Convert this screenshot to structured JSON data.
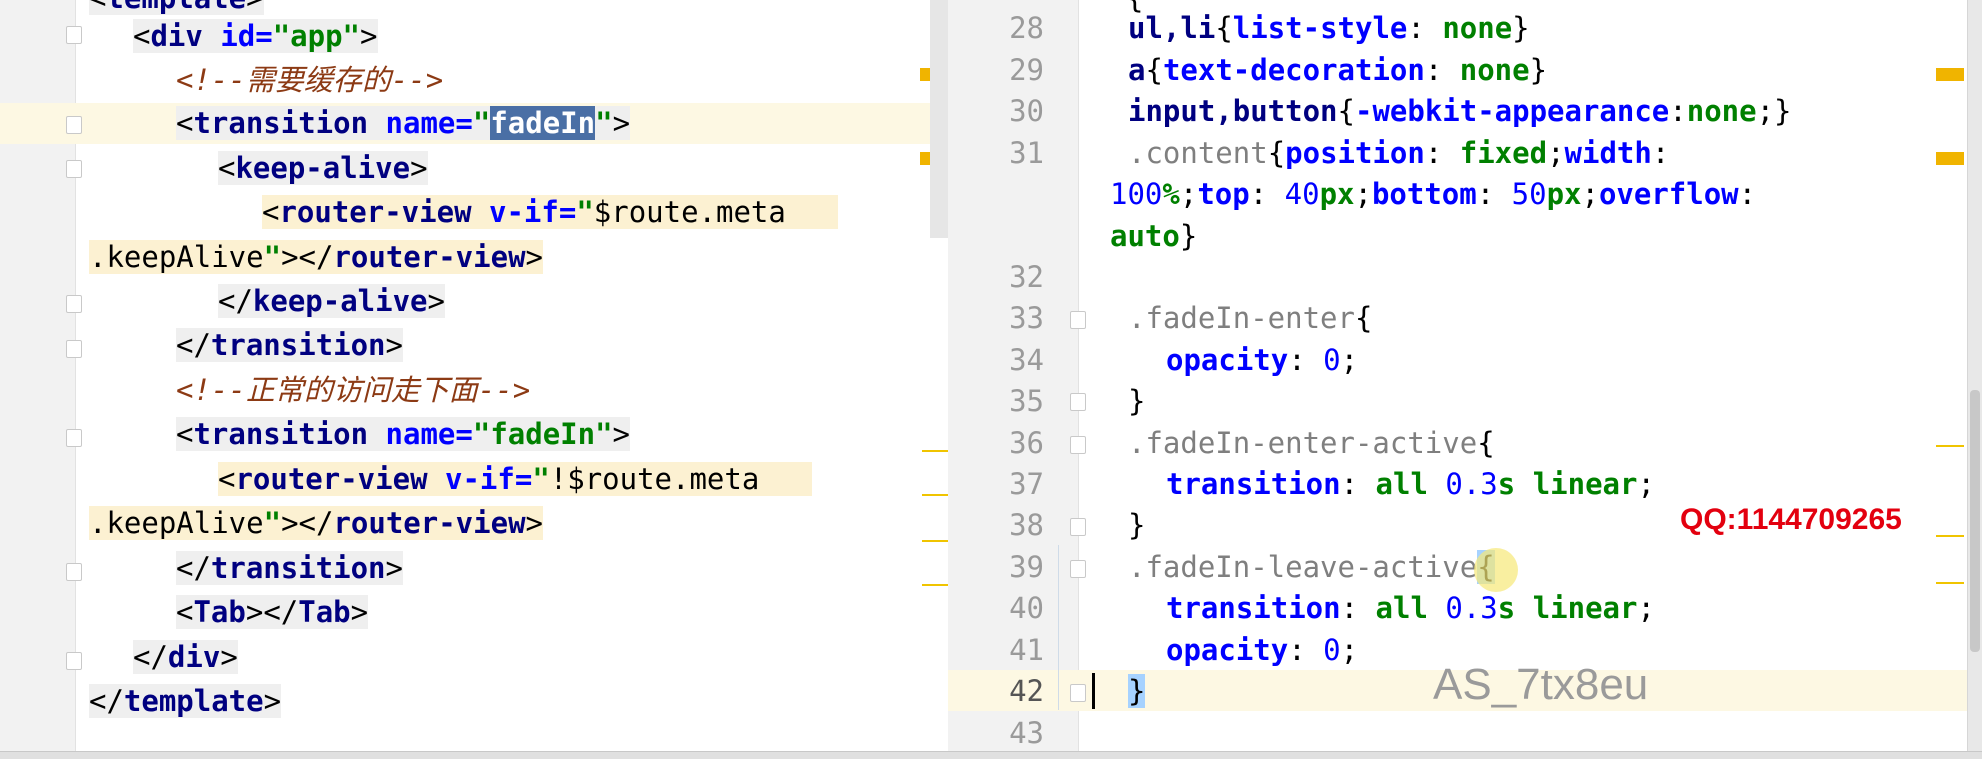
{
  "left_pane": {
    "lines": {
      "l0": "template",
      "l1_tag": "div",
      "l1_attr": "id=",
      "l1_val": "\"app\"",
      "l2_comment": "<!--需要缓存的-->",
      "l3_tag": "transition",
      "l3_attr": "name=",
      "l3_sel": "fadeIn",
      "l4_tag": "keep-alive",
      "l5_tag": "router-view",
      "l5_attr": "v-if=",
      "l5_expr": "$route.meta",
      "l6_expr": ".keepAlive",
      "l6_tag": "router-view",
      "l7_tag": "keep-alive",
      "l8_tag": "transition",
      "l9_comment": "<!--正常的访问走下面-->",
      "l10_tag": "transition",
      "l10_attr": "name=",
      "l10_val": "\"fadeIn\"",
      "l11_tag": "router-view",
      "l11_attr": "v-if=",
      "l11_expr": "!$route.meta",
      "l12_expr": ".keepAlive",
      "l12_tag": "router-view",
      "l13_tag": "transition",
      "l14_tag": "Tab",
      "l14_tag2": "Tab",
      "l15_tag": "div",
      "l16_tag": "template"
    }
  },
  "right_pane": {
    "line_numbers": [
      "28",
      "29",
      "30",
      "31",
      "32",
      "33",
      "34",
      "35",
      "36",
      "37",
      "38",
      "39",
      "40",
      "41",
      "42",
      "43"
    ],
    "code": {
      "c28_a": "ul,li",
      "c28_b": "list-style",
      "c28_c": "none",
      "c29_a": "a",
      "c29_b": "text-decoration",
      "c29_c": "none",
      "c30_a": "input,button",
      "c30_b": "-webkit-appearance",
      "c30_c": "none",
      "c31_sel": ".content",
      "c31_p1": "position",
      "c31_v1": "fixed",
      "c31_p2": "width",
      "c31w_num": "100",
      "c31w_unit": "%",
      "c31w_p3": "top",
      "c31w_v3": "40",
      "c31w_u3": "px",
      "c31w_p4": "bottom",
      "c31w_v4": "50",
      "c31w_u4": "px",
      "c31w_p5": "overflow",
      "c31w2": "auto",
      "c33_sel": ".fadeIn-enter",
      "c34_p": "opacity",
      "c34_v": "0",
      "c36_sel": ".fadeIn-enter-active",
      "c37_p": "transition",
      "c37_v1": "all",
      "c37_num": "0.3",
      "c37_unit": "s",
      "c37_v2": "linear",
      "c39_sel": ".fadeIn-leave-activ",
      "c39_e": "e",
      "c40_p": "transition",
      "c40_v1": "all",
      "c40_num": "0.3",
      "c40_unit": "s",
      "c40_v2": "linear",
      "c41_p": "opacity",
      "c41_v": "0",
      "c42": "}"
    }
  },
  "overlays": {
    "qq_text": "QQ:1144709265",
    "watermark": "AS_7tx8eu"
  },
  "colors": {
    "tag": "#000080",
    "attr": "#0000ff",
    "value": "#008000",
    "comment": "#8c3a14",
    "selection": "#4a6fa5",
    "current_line": "#fdf8e3",
    "qq_red": "#e3000f"
  }
}
